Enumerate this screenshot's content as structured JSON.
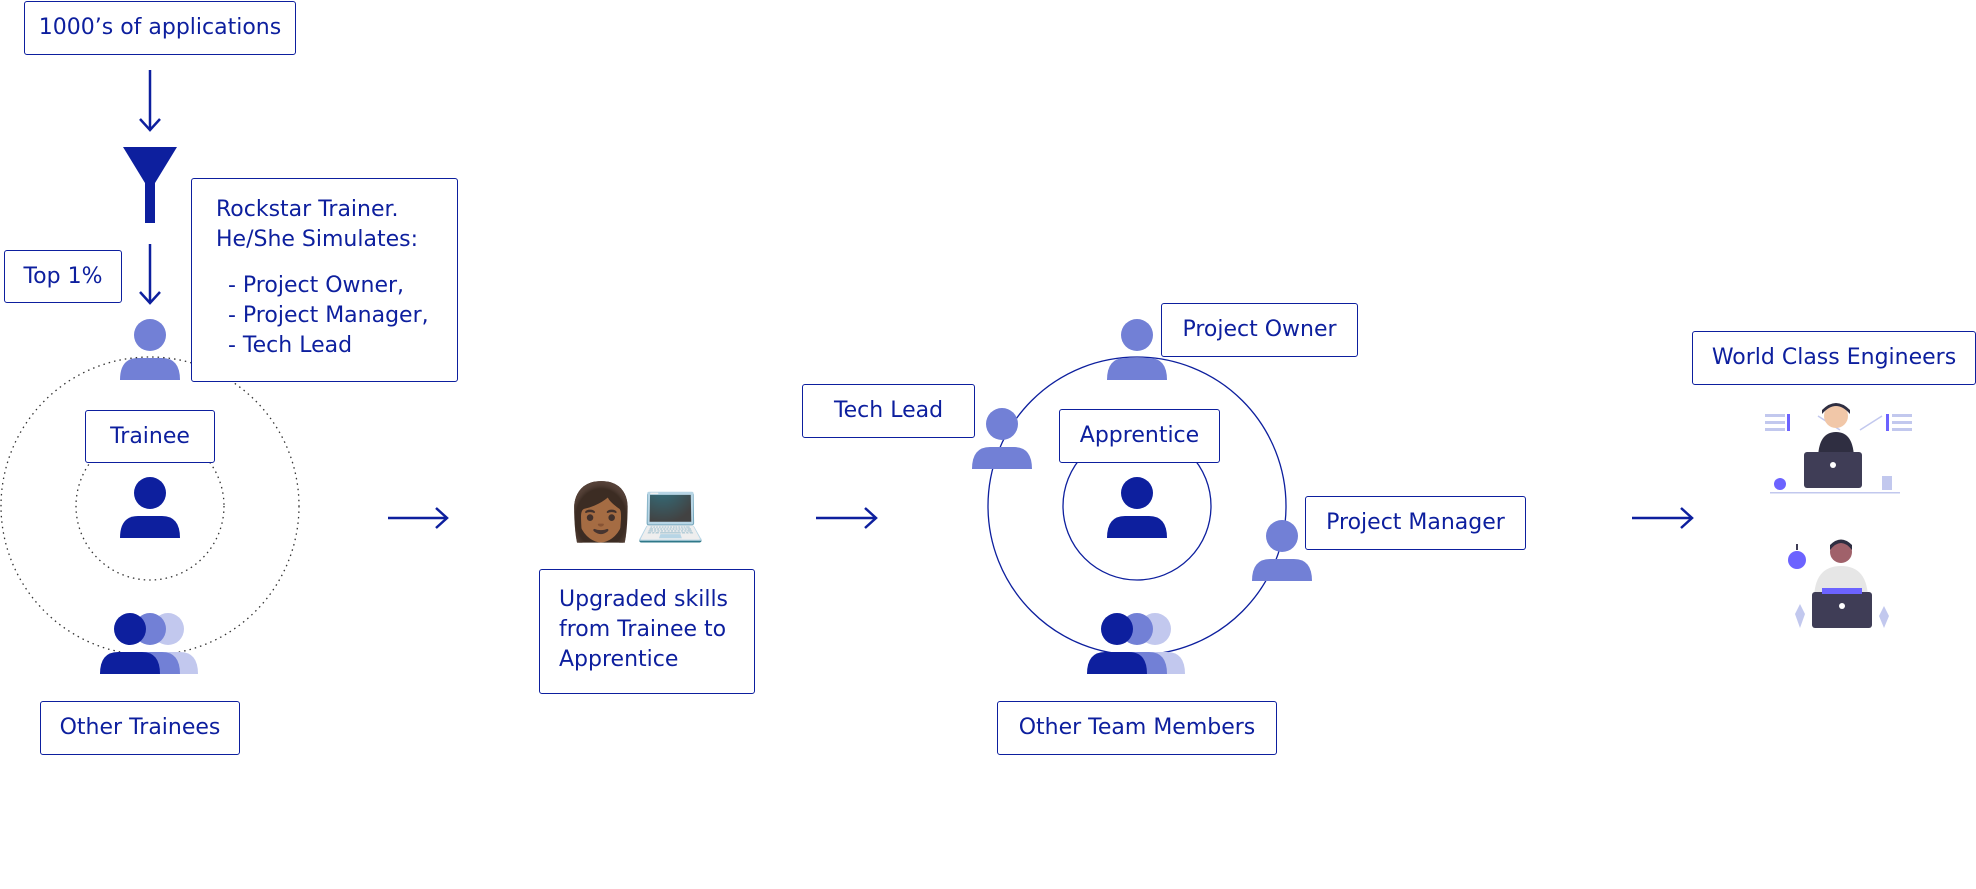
{
  "colors": {
    "primary": "#0d1f9e",
    "medium": "#7280d6",
    "light": "#c2c8ee",
    "illustration_dark": "#3a3a4a",
    "illustration_accent": "#6c63ff"
  },
  "labels": {
    "applications": "1000’s of applications",
    "top_percent": "Top 1%",
    "trainer_title_1": "Rockstar Trainer.",
    "trainer_title_2": "He/She Simulates:",
    "trainer_role_1": "- Project Owner,",
    "trainer_role_2": "- Project Manager,",
    "trainer_role_3": "- Tech Lead",
    "trainee": "Trainee",
    "other_trainees": "Other Trainees",
    "upgraded_1": "Upgraded skills",
    "upgraded_2": "from Trainee to",
    "upgraded_3": "Apprentice",
    "tech_lead": "Tech Lead",
    "project_owner": "Project Owner",
    "apprentice": "Apprentice",
    "project_manager": "Project Manager",
    "other_team_members": "Other Team Members",
    "world_class": "World Class Engineers"
  },
  "emoji": {
    "woman": "👩🏾",
    "laptop": "💻"
  },
  "icons": {
    "funnel": "funnel-icon",
    "person": "person-icon",
    "group": "group-icon",
    "arrow": "arrow-right-icon",
    "engineer_illustration": "engineer-illustration"
  }
}
